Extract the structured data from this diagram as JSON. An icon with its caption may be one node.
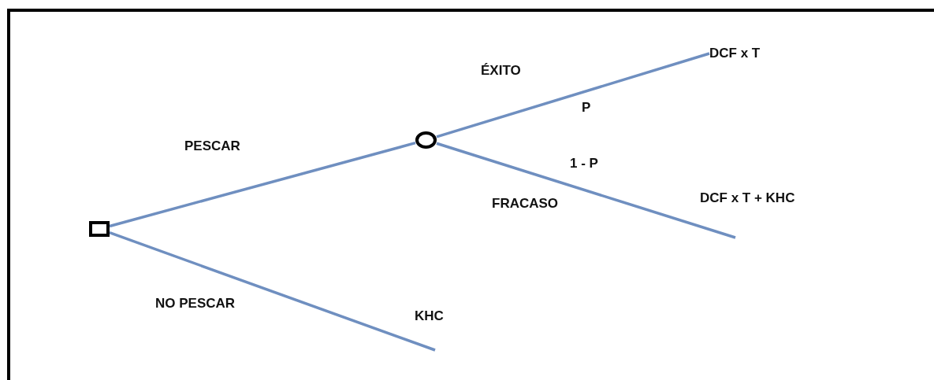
{
  "diagram": {
    "nodes": [
      {
        "text": [],
        "shape": "box"
      },
      {
        "text": [],
        "shape": "circle"
      },
      {
        "text": [
          "DCF x T"
        ]
      },
      {
        "text": [
          "DCF x T + KHC"
        ]
      },
      {
        "text": [
          "KHC"
        ]
      }
    ],
    "edges": [
      {
        "from": 0,
        "to": 1,
        "arrow": "none",
        "label": "PESCAR"
      },
      {
        "from": 1,
        "to": 2,
        "arrow": "none",
        "label": "ÉXITO"
      },
      {
        "from": 1,
        "to": 3,
        "arrow": "none",
        "label": "FRACASO"
      },
      {
        "from": 0,
        "to": 4,
        "arrow": "none",
        "label": "NO PESCAR"
      }
    ],
    "labels": [
      "P",
      "1 - P"
    ]
  }
}
